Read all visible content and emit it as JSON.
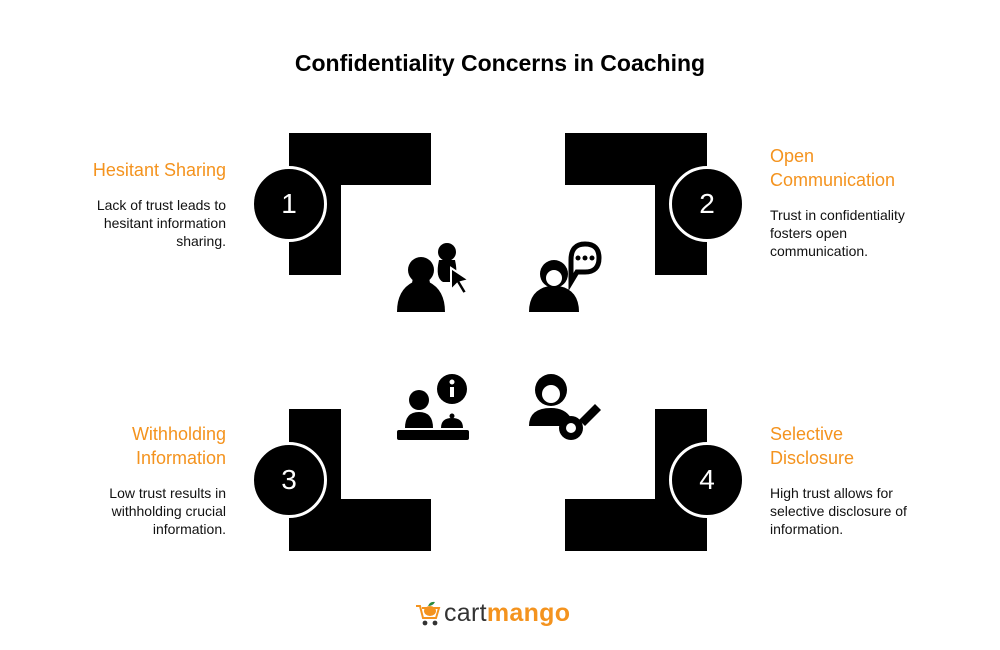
{
  "title": "Confidentiality Concerns in Coaching",
  "accent_color": "#f4931e",
  "items": [
    {
      "number": "1",
      "heading": "Hesitant Sharing",
      "description": "Lack of trust leads to hesitant information sharing.",
      "icon": "person-with-cursor-icon"
    },
    {
      "number": "2",
      "heading": "Open Communication",
      "description": "Trust in confidentiality fosters open communication.",
      "icon": "person-speech-bubble-icon"
    },
    {
      "number": "3",
      "heading": "Withholding Information",
      "description": "Low trust results in withholding crucial information.",
      "icon": "people-info-icon"
    },
    {
      "number": "4",
      "heading": "Selective Disclosure",
      "description": "High trust allows for selective disclosure of information.",
      "icon": "person-key-icon"
    }
  ],
  "logo": {
    "part1": "cart",
    "part2": "mango",
    "icon": "mango-cart-icon"
  }
}
